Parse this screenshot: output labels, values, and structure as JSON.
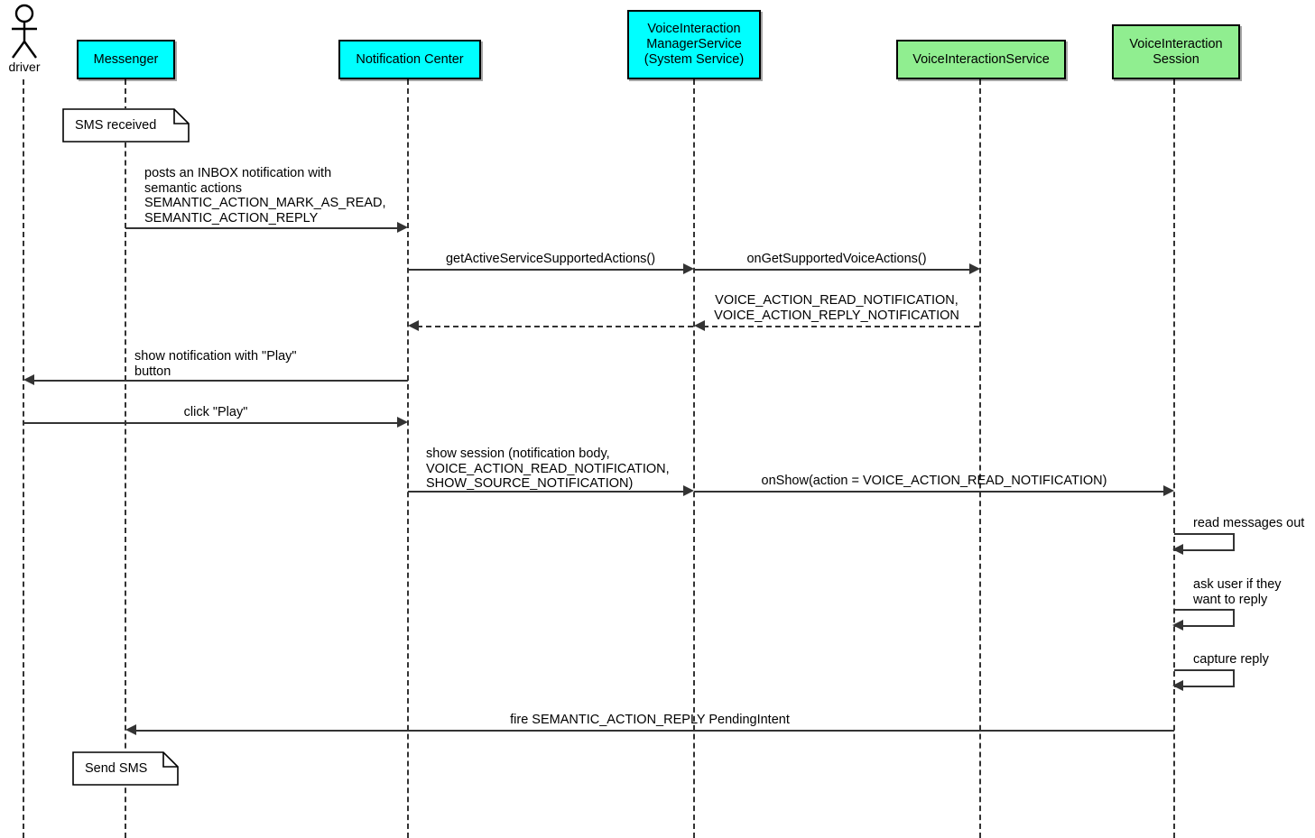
{
  "diagram": {
    "title": "Voice Interaction Notification Sequence",
    "colors": {
      "participant_cyan": "#00FFFF",
      "participant_green": "#90EE90",
      "line": "#333333",
      "border": "#000000",
      "note_background": "#FFFFFF"
    }
  },
  "actor": {
    "name": "driver"
  },
  "participants": [
    {
      "id": "messenger",
      "label": "Messenger",
      "color": "cyan"
    },
    {
      "id": "notification-center",
      "label": "Notification Center",
      "color": "cyan"
    },
    {
      "id": "vims",
      "label": "VoiceInteraction\nManagerService\n(System Service)",
      "color": "cyan"
    },
    {
      "id": "vis",
      "label": "VoiceInteractionService",
      "color": "green"
    },
    {
      "id": "session",
      "label": "VoiceInteraction\nSession",
      "color": "green"
    }
  ],
  "notes": [
    {
      "id": "note-sms-received",
      "text": "SMS received"
    },
    {
      "id": "note-send-sms",
      "text": "Send SMS"
    }
  ],
  "messages": [
    {
      "id": "msg-post-inbox-notification",
      "from": "messenger",
      "to": "notification-center",
      "style": "solid",
      "direction": "right",
      "label": "posts an INBOX notification with\nsemantic actions\nSEMANTIC_ACTION_MARK_AS_READ,\nSEMANTIC_ACTION_REPLY"
    },
    {
      "id": "msg-get-active-service-supported-actions",
      "from": "notification-center",
      "to": "vims",
      "style": "solid",
      "direction": "right",
      "label": "getActiveServiceSupportedActions()"
    },
    {
      "id": "msg-on-get-supported-voice-actions",
      "from": "vims",
      "to": "vis",
      "style": "solid",
      "direction": "right",
      "label": "onGetSupportedVoiceActions()"
    },
    {
      "id": "msg-return-voice-actions-to-vims",
      "from": "vis",
      "to": "vims",
      "style": "dashed",
      "direction": "left",
      "label": "VOICE_ACTION_READ_NOTIFICATION,\nVOICE_ACTION_REPLY_NOTIFICATION"
    },
    {
      "id": "msg-return-voice-actions-to-notification-center",
      "from": "vims",
      "to": "notification-center",
      "style": "dashed",
      "direction": "left",
      "label": ""
    },
    {
      "id": "msg-show-notification-with-play",
      "from": "notification-center",
      "to": "driver",
      "style": "solid",
      "direction": "left",
      "label": "show notification with \"Play\"\nbutton"
    },
    {
      "id": "msg-click-play",
      "from": "driver",
      "to": "notification-center",
      "style": "solid",
      "direction": "right",
      "label": "click \"Play\""
    },
    {
      "id": "msg-show-session",
      "from": "notification-center",
      "to": "vims",
      "style": "solid",
      "direction": "right",
      "label": "show session (notification body,\nVOICE_ACTION_READ_NOTIFICATION,\nSHOW_SOURCE_NOTIFICATION)"
    },
    {
      "id": "msg-on-show",
      "from": "vims",
      "to": "session",
      "style": "solid",
      "direction": "right",
      "label": "onShow(action = VOICE_ACTION_READ_NOTIFICATION)"
    },
    {
      "id": "msg-fire-semantic-action-reply",
      "from": "session",
      "to": "messenger",
      "style": "solid",
      "direction": "left",
      "label": "fire SEMANTIC_ACTION_REPLY PendingIntent"
    }
  ],
  "self_messages": [
    {
      "id": "self-read-messages-out",
      "on": "session",
      "label": "read messages out"
    },
    {
      "id": "self-ask-user-reply",
      "on": "session",
      "label": "ask user if they\nwant to reply"
    },
    {
      "id": "self-capture-reply",
      "on": "session",
      "label": "capture reply"
    }
  ]
}
